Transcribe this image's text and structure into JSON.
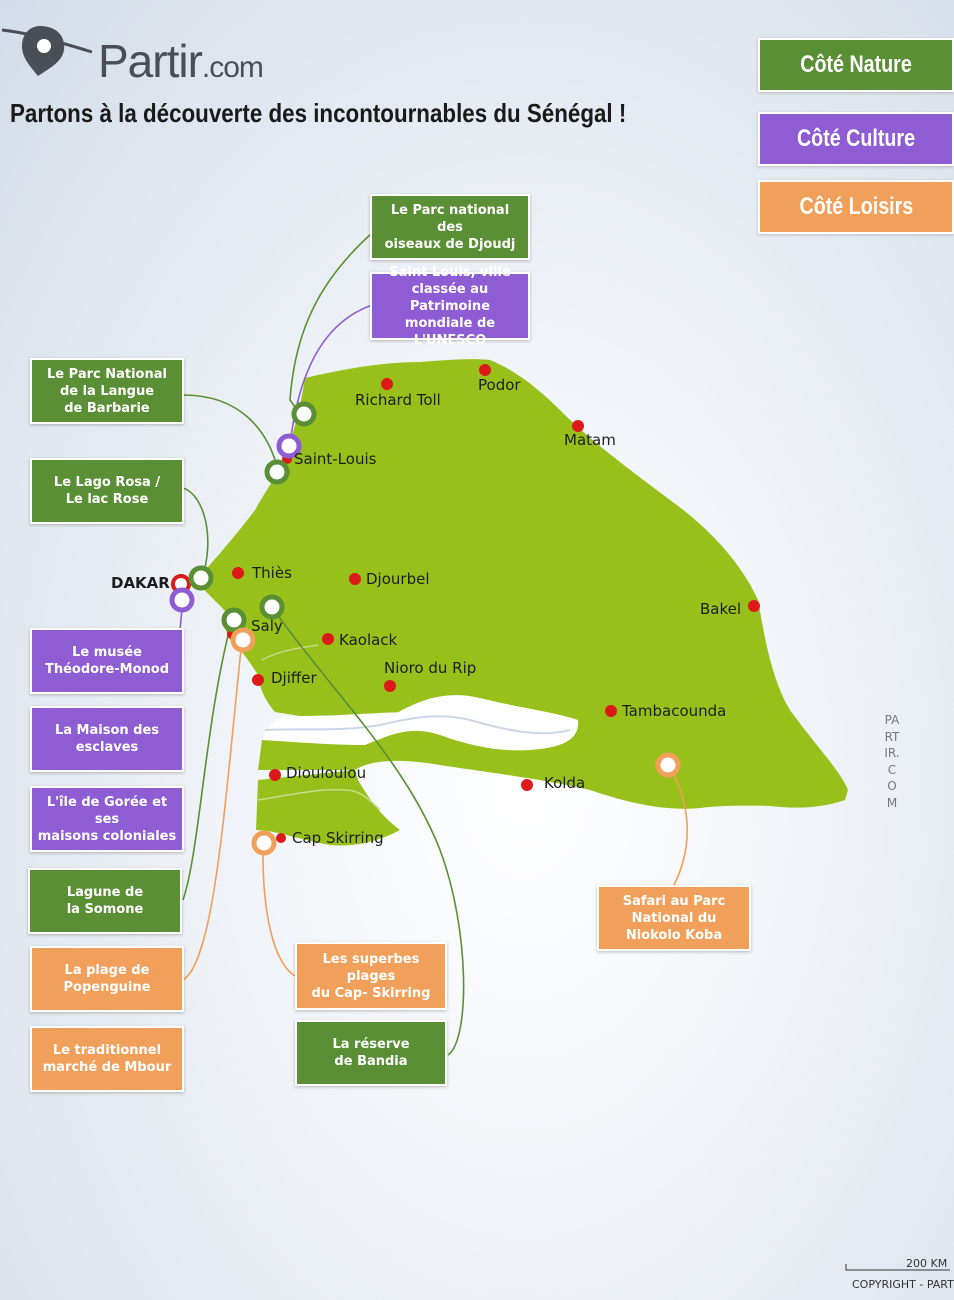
{
  "brand": {
    "name": "Partir",
    "suffix": ".com"
  },
  "headline": "Partons à la découverte des incontournables du Sénégal !",
  "legend": [
    {
      "label": "Côté Nature",
      "color": "#5b8f35"
    },
    {
      "label": "Côté Culture",
      "color": "#8e5cd3"
    },
    {
      "label": "Côté Loisirs",
      "color": "#f0a05a"
    }
  ],
  "cities": {
    "richard_toll": "Richard Toll",
    "podor": "Podor",
    "matam": "Matam",
    "saint_louis": "Saint-Louis",
    "dakar": "DAKAR",
    "thies": "Thiès",
    "djourbel": "Djourbel",
    "bakel": "Bakel",
    "saly": "Saly",
    "kaolack": "Kaolack",
    "nioro": "Nioro du Rip",
    "djiffer": "Djiffer",
    "tambacounda": "Tambacounda",
    "diouloulou": "Diouloulou",
    "kolda": "Kolda",
    "cap_skirring": "Cap Skirring"
  },
  "attractions": {
    "djoudj": "Le Parc national des\noiseaux de Djoudj",
    "saint_louis_unesco": "Saint Louis, ville\nclassée au Patrimoine\nmondiale de L'UNESCO",
    "langue_barbarie": "Le Parc National\nde la Langue\nde Barbarie",
    "lac_rose": "Le Lago Rosa /\nLe lac Rose",
    "musee": "Le musée\nThéodore-Monod",
    "maison_esclaves": "La Maison des\nesclaves",
    "goree": "L'île de Gorée et ses\nmaisons coloniales",
    "somone": "Lagune de\nla Somone",
    "popenguine": "La plage de\nPopenguine",
    "mbour": "Le traditionnel\nmarché de Mbour",
    "cap_skirring_plages": "Les superbes plages\ndu Cap- Skirring",
    "bandia": "La réserve\nde Bandia",
    "niokolo": "Safari au Parc\nNational du\nNiokolo Koba"
  },
  "watermark": "PARTIR.COM",
  "scale": "200 KM",
  "copyright": "COPYRIGHT - PARTIR.COM"
}
